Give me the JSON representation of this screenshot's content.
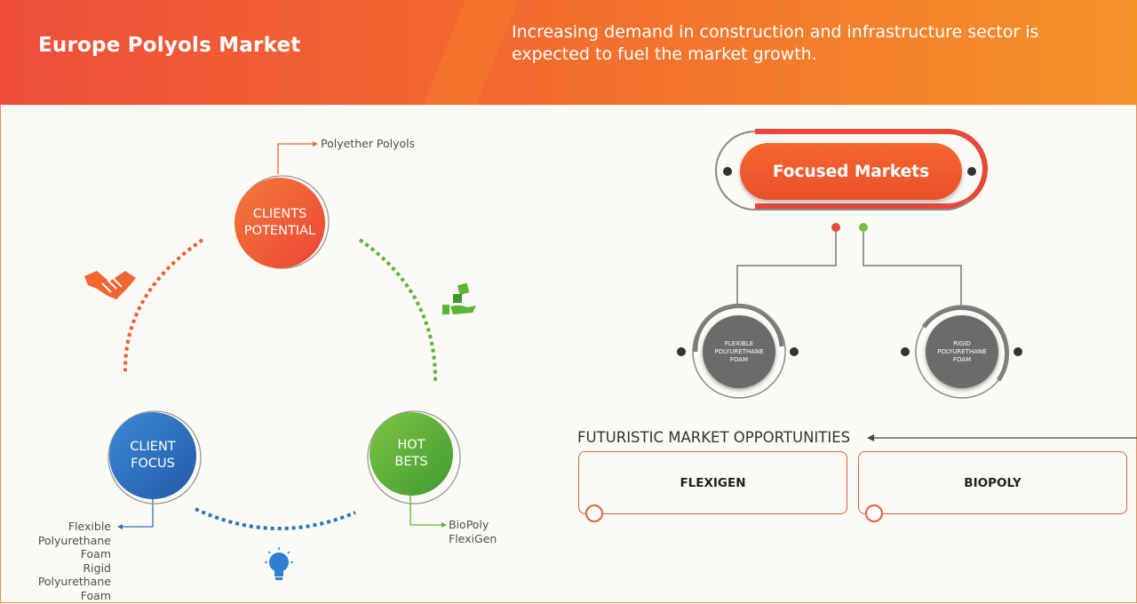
{
  "header": {
    "title": "Europe Polyols Market",
    "subtitle": "Increasing demand in construction and infrastructure sector is expected to fuel the market growth."
  },
  "cycle": {
    "clients_potential": {
      "line1": "CLIENTS",
      "line2": "POTENTIAL",
      "callout": "Polyether Polyols",
      "color": "#f26430"
    },
    "client_focus": {
      "line1": "CLIENT",
      "line2": "FOCUS",
      "callout_lines": [
        "Flexible",
        "Polyurethane",
        "Foam",
        "Rigid",
        "Polyurethane",
        "Foam"
      ],
      "color": "#2e6fb6"
    },
    "hot_bets": {
      "line1": "HOT",
      "line2": "BETS",
      "callout_lines": [
        "BioPoly",
        "FlexiGen"
      ],
      "color": "#5cb536"
    },
    "icons": [
      "handshake-icon",
      "dice-in-hand-icon",
      "lightbulb-icon"
    ]
  },
  "focused_markets": {
    "title": "Focused Markets",
    "items": [
      {
        "lines": [
          "FLEXIBLE",
          "POLYURETHANE",
          "FOAM"
        ],
        "dot_color": "#e8473a"
      },
      {
        "lines": [
          "RIGID",
          "POLYURETHANE",
          "FOAM"
        ],
        "dot_color": "#7dbb3c"
      }
    ]
  },
  "opportunities": {
    "title": "FUTURISTIC MARKET OPPORTUNITIES",
    "items": [
      "FLEXIGEN",
      "BIOPOLY"
    ]
  }
}
